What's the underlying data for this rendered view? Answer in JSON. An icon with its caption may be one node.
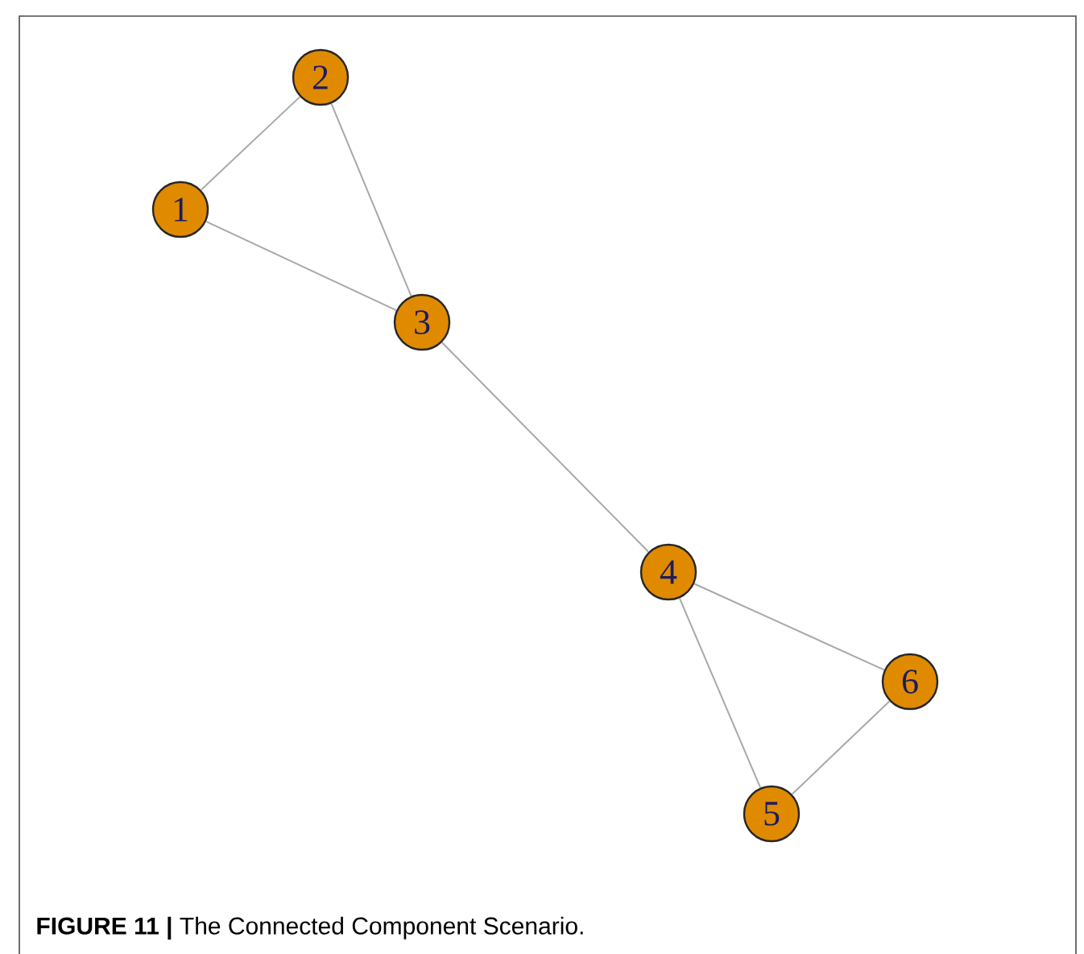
{
  "diagram": {
    "caption": "**FIGURE 11 |** The Connected Component Scenario.",
    "nodes": [
      {
        "text": [
          "1"
        ]
      },
      {
        "text": [
          "2"
        ]
      },
      {
        "text": [
          "3"
        ]
      },
      {
        "text": [
          "4"
        ]
      },
      {
        "text": [
          "5"
        ]
      },
      {
        "text": [
          "6"
        ]
      }
    ],
    "edges": [
      {
        "from": 0,
        "to": 1,
        "arrow": "none"
      },
      {
        "from": 0,
        "to": 2,
        "arrow": "none"
      },
      {
        "from": 1,
        "to": 2,
        "arrow": "none"
      },
      {
        "from": 2,
        "to": 3,
        "arrow": "none"
      },
      {
        "from": 3,
        "to": 4,
        "arrow": "none"
      },
      {
        "from": 3,
        "to": 5,
        "arrow": "none"
      },
      {
        "from": 4,
        "to": 5,
        "arrow": "none"
      }
    ]
  }
}
